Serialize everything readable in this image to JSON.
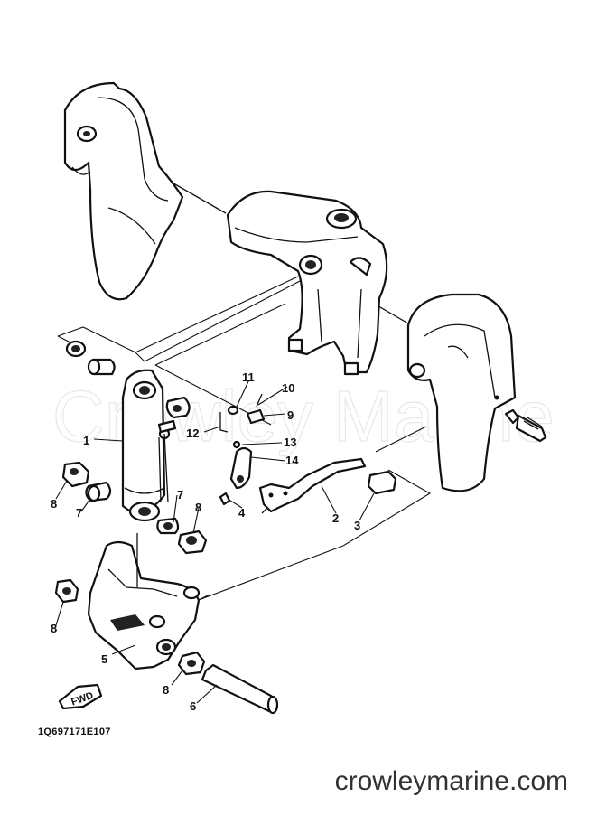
{
  "diagram": {
    "drawing_code": "1Q697171E107",
    "watermark": "Crowley Marine",
    "footer_site": "crowleymarine.com",
    "fwd_label": "FWD",
    "callouts": {
      "c1": "1",
      "c2": "2",
      "c3": "3",
      "c4": "4",
      "c5": "5",
      "c6": "6",
      "c7a": "7",
      "c7b": "7",
      "c8a": "8",
      "c8b": "8",
      "c8c": "8",
      "c8d": "8",
      "c9": "9",
      "c10": "10",
      "c11": "11",
      "c12": "12",
      "c13": "13",
      "c14": "14"
    }
  }
}
